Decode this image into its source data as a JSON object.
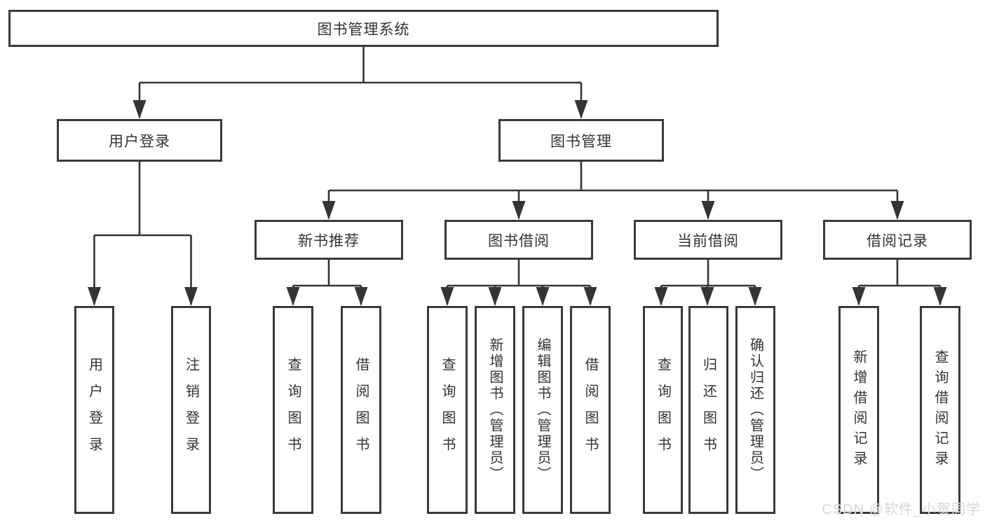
{
  "diagram": {
    "root": {
      "label": "图书管理系统"
    },
    "branches": [
      {
        "label": "用户登录",
        "children": [
          {
            "label": "用户登录"
          },
          {
            "label": "注销登录"
          }
        ]
      },
      {
        "label": "图书管理",
        "children": [
          {
            "label": "新书推荐",
            "children": [
              {
                "label": "查询图书"
              },
              {
                "label": "借阅图书"
              }
            ]
          },
          {
            "label": "图书借阅",
            "children": [
              {
                "label": "查询图书"
              },
              {
                "label": "新增图书（管理员）"
              },
              {
                "label": "编辑图书（管理员）"
              },
              {
                "label": "借阅图书"
              }
            ]
          },
          {
            "label": "当前借阅",
            "children": [
              {
                "label": "查询图书"
              },
              {
                "label": "归还图书"
              },
              {
                "label": "确认归还（管理员）"
              }
            ]
          },
          {
            "label": "借阅记录",
            "children": [
              {
                "label": "新增借阅记录"
              },
              {
                "label": "查询借阅记录"
              }
            ]
          }
        ]
      }
    ]
  },
  "watermark": {
    "text": "CSDN @软件_小贺同学"
  },
  "colors": {
    "line": "#343434",
    "box_border": "#3a3a3a",
    "text": "#333333",
    "watermark": "#d6d6d6"
  }
}
